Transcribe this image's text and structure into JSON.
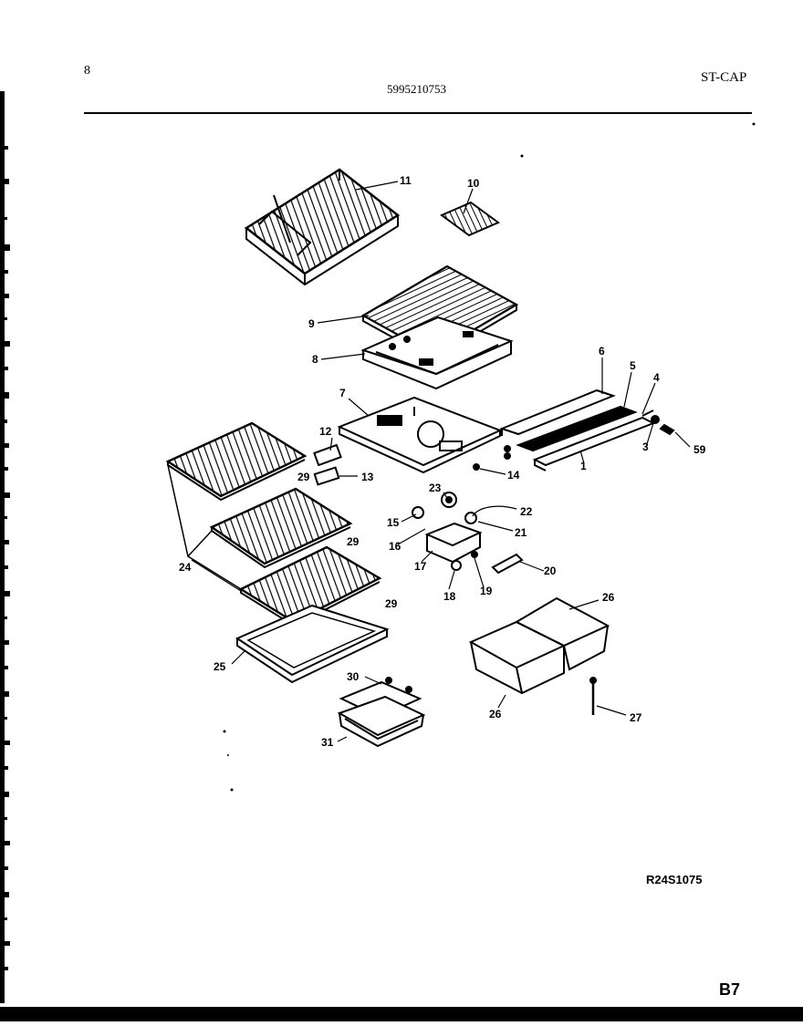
{
  "header": {
    "left_mark": "8",
    "part_number": "5995210753",
    "model_code": "ST-CAP"
  },
  "footer": {
    "drawing_ref": "R24S1075",
    "page_code": "B7"
  },
  "callouts": [
    {
      "id": "c11",
      "label": "11"
    },
    {
      "id": "c10",
      "label": "10"
    },
    {
      "id": "c9",
      "label": "9"
    },
    {
      "id": "c8",
      "label": "8"
    },
    {
      "id": "c6",
      "label": "6"
    },
    {
      "id": "c5",
      "label": "5"
    },
    {
      "id": "c4",
      "label": "4"
    },
    {
      "id": "c7",
      "label": "7"
    },
    {
      "id": "c3",
      "label": "3"
    },
    {
      "id": "c59",
      "label": "59"
    },
    {
      "id": "c12",
      "label": "12"
    },
    {
      "id": "c1",
      "label": "1"
    },
    {
      "id": "c29a",
      "label": "29"
    },
    {
      "id": "c13",
      "label": "13"
    },
    {
      "id": "c14",
      "label": "14"
    },
    {
      "id": "c23",
      "label": "23"
    },
    {
      "id": "c22",
      "label": "22"
    },
    {
      "id": "c15",
      "label": "15"
    },
    {
      "id": "c21",
      "label": "21"
    },
    {
      "id": "c16",
      "label": "16"
    },
    {
      "id": "c29b",
      "label": "29"
    },
    {
      "id": "c17",
      "label": "17"
    },
    {
      "id": "c24",
      "label": "24"
    },
    {
      "id": "c20",
      "label": "20"
    },
    {
      "id": "c18",
      "label": "18"
    },
    {
      "id": "c19",
      "label": "19"
    },
    {
      "id": "c29c",
      "label": "29"
    },
    {
      "id": "c26a",
      "label": "26"
    },
    {
      "id": "c25",
      "label": "25"
    },
    {
      "id": "c30",
      "label": "30"
    },
    {
      "id": "c26b",
      "label": "26"
    },
    {
      "id": "c27",
      "label": "27"
    },
    {
      "id": "c31",
      "label": "31"
    }
  ]
}
